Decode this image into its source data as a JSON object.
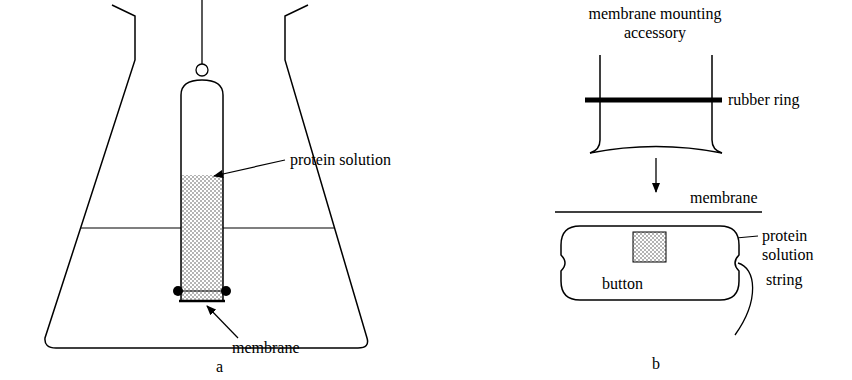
{
  "diagram": {
    "nodes": [
      {
        "text": [
          "button"
        ]
      }
    ],
    "labels": [
      "protein solution",
      "membrane",
      "a",
      "membrane mounting accessory",
      "rubber ring",
      "membrane",
      "protein solution",
      "string",
      "b"
    ]
  }
}
